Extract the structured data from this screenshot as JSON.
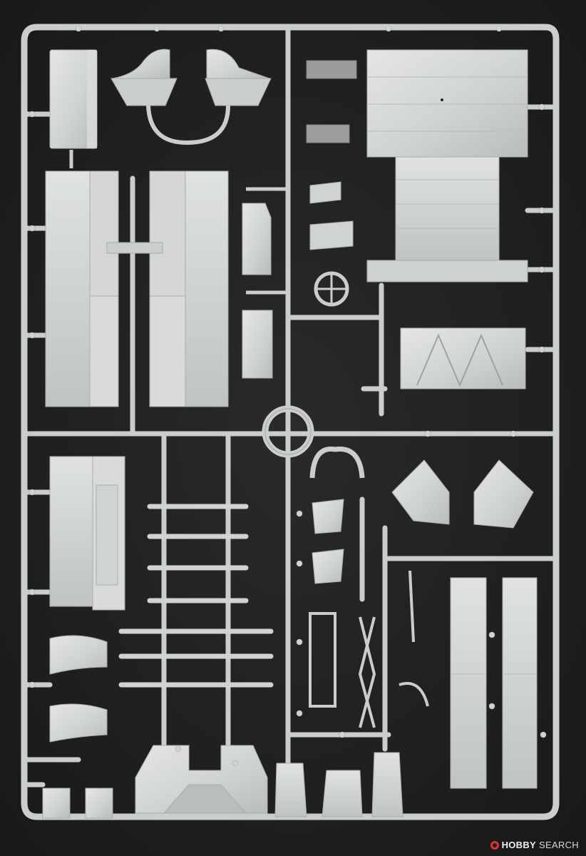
{
  "photo": {
    "subject": "plastic-model-kit-sprue",
    "background_color": "#1f1f1f",
    "plastic_color": "#cfd3d2",
    "plastic_shadow": "#9ea3a2",
    "plastic_highlight": "#e6e8e7"
  },
  "watermark": {
    "brand": "HOBBY",
    "suffix": "SEARCH",
    "icon": "hobbysearch-logo-icon",
    "color": "#e6e6e6",
    "accent": "#d33333"
  }
}
